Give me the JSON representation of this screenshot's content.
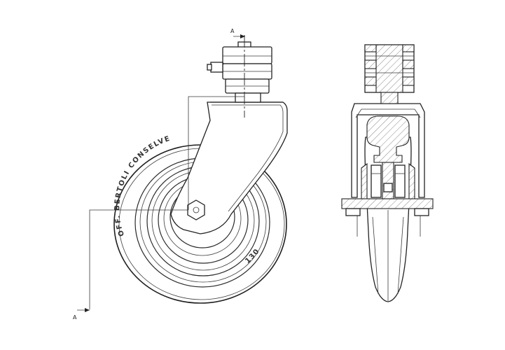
{
  "section_marker": {
    "top_label": "A",
    "bottom_label": "A"
  },
  "wheel_embossing": {
    "brand_text": "OFF. BERTOLI  CONSELVE",
    "size_text": "130"
  }
}
